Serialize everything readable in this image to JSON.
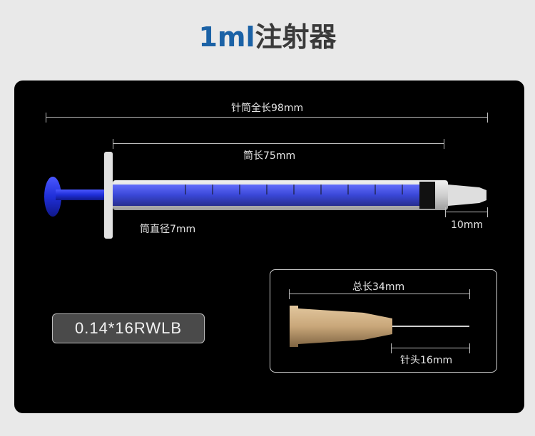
{
  "title": {
    "size": "1ml",
    "name": "注射器"
  },
  "dimensions": {
    "total_length": "针筒全长98mm",
    "barrel_length": "筒长75mm",
    "barrel_diameter": "筒直径7mm",
    "tip_length": "10mm"
  },
  "model": "0.14*16RWLB",
  "needle": {
    "total_length": "总长34mm",
    "needle_length": "针头16mm"
  },
  "colors": {
    "title_accent": "#1b62a6",
    "title_text": "#3a3a3a",
    "plunger_blue": "#1f2fd8",
    "needle_hub": "#c9a77a"
  }
}
